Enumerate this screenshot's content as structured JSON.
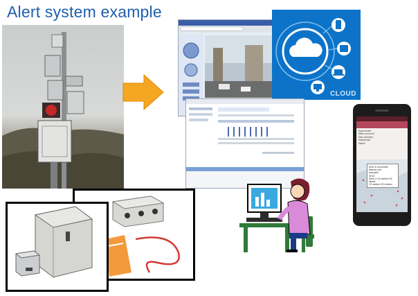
{
  "slide": {
    "title": "Alert system example",
    "cloud_label": "CLOUD",
    "brand_color": "#1f5fae",
    "arrow_color": "#f5a623",
    "cloud_panel_color": "#0d73c8"
  },
  "phone_screen": {
    "info_lines": [
      "Hypocenter",
      "Date occurred",
      "Max intensity",
      "Magnitude",
      "Depth"
    ],
    "popup_lines": [
      "Alert & ensemble",
      "Nearby site",
      "example",
      "SE1A",
      "Zone 0.1A station R4",
      "signal",
      "C2 station EQ station"
    ]
  },
  "icons": [
    "cloud-icon",
    "smartphone-icon",
    "tablet-icon",
    "laptop-icon",
    "monitor-icon",
    "desktop-icon"
  ]
}
